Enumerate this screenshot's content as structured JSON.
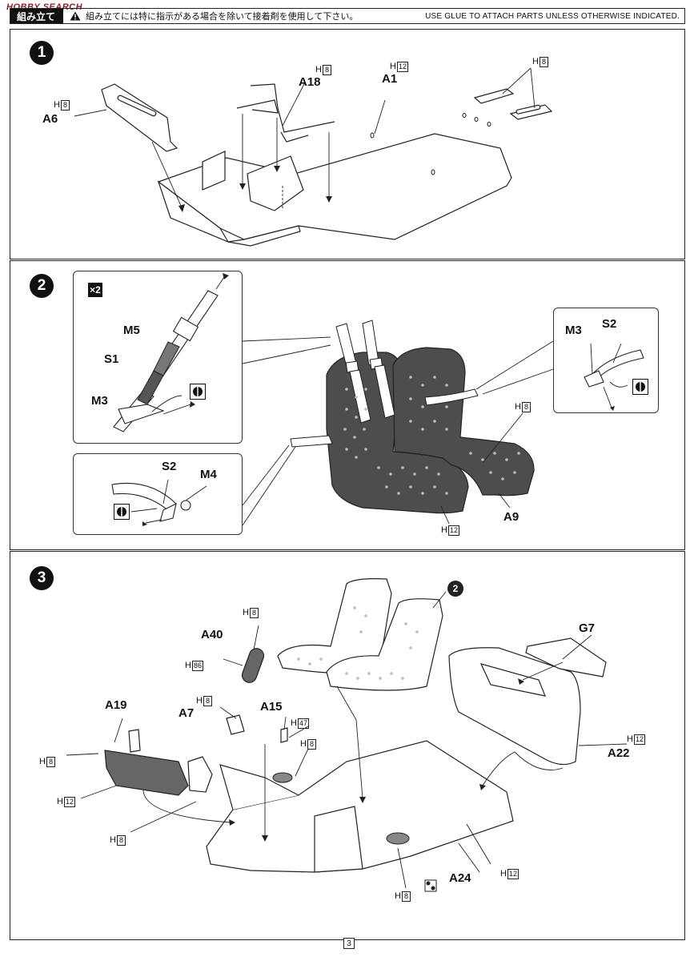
{
  "watermark": "HOBBY SEARCH",
  "header": {
    "title": "組み立て",
    "note_ja": "組み立てには特に指示がある場合を除いて接着剤を使用して下さい。",
    "note_en": "USE GLUE TO ATTACH PARTS UNLESS OTHERWISE INDICATED."
  },
  "steps": [
    "1",
    "2",
    "3"
  ],
  "step1": {
    "labels": {
      "a6": "A6",
      "a18": "A18",
      "a1": "A1"
    },
    "h_marks": [
      {
        "letter": "H",
        "num": "8"
      },
      {
        "letter": "H",
        "num": "8"
      },
      {
        "letter": "H",
        "num": "12"
      },
      {
        "letter": "H",
        "num": "8"
      }
    ]
  },
  "step2": {
    "multiplier": "×2",
    "labels": {
      "m5": "M5",
      "s1": "S1",
      "m3": "M3",
      "s2": "S2",
      "m4": "M4",
      "m3b": "M3",
      "s2b": "S2",
      "a9": "A9"
    },
    "h_marks": [
      {
        "letter": "H",
        "num": "8"
      },
      {
        "letter": "H",
        "num": "12"
      }
    ]
  },
  "step3": {
    "ref_step": "2",
    "labels": {
      "a40": "A40",
      "g7": "G7",
      "a19": "A19",
      "a7": "A7",
      "a15": "A15",
      "a22": "A22",
      "a24": "A24"
    },
    "h_marks": [
      {
        "letter": "H",
        "num": "8"
      },
      {
        "letter": "H",
        "num": "86"
      },
      {
        "letter": "H",
        "num": "8"
      },
      {
        "letter": "H",
        "num": "47"
      },
      {
        "letter": "H",
        "num": "8"
      },
      {
        "letter": "H",
        "num": "8"
      },
      {
        "letter": "H",
        "num": "12"
      },
      {
        "letter": "H",
        "num": "12"
      },
      {
        "letter": "H",
        "num": "8"
      },
      {
        "letter": "H",
        "num": "12"
      },
      {
        "letter": "H",
        "num": "8"
      }
    ]
  },
  "page_number": "3"
}
